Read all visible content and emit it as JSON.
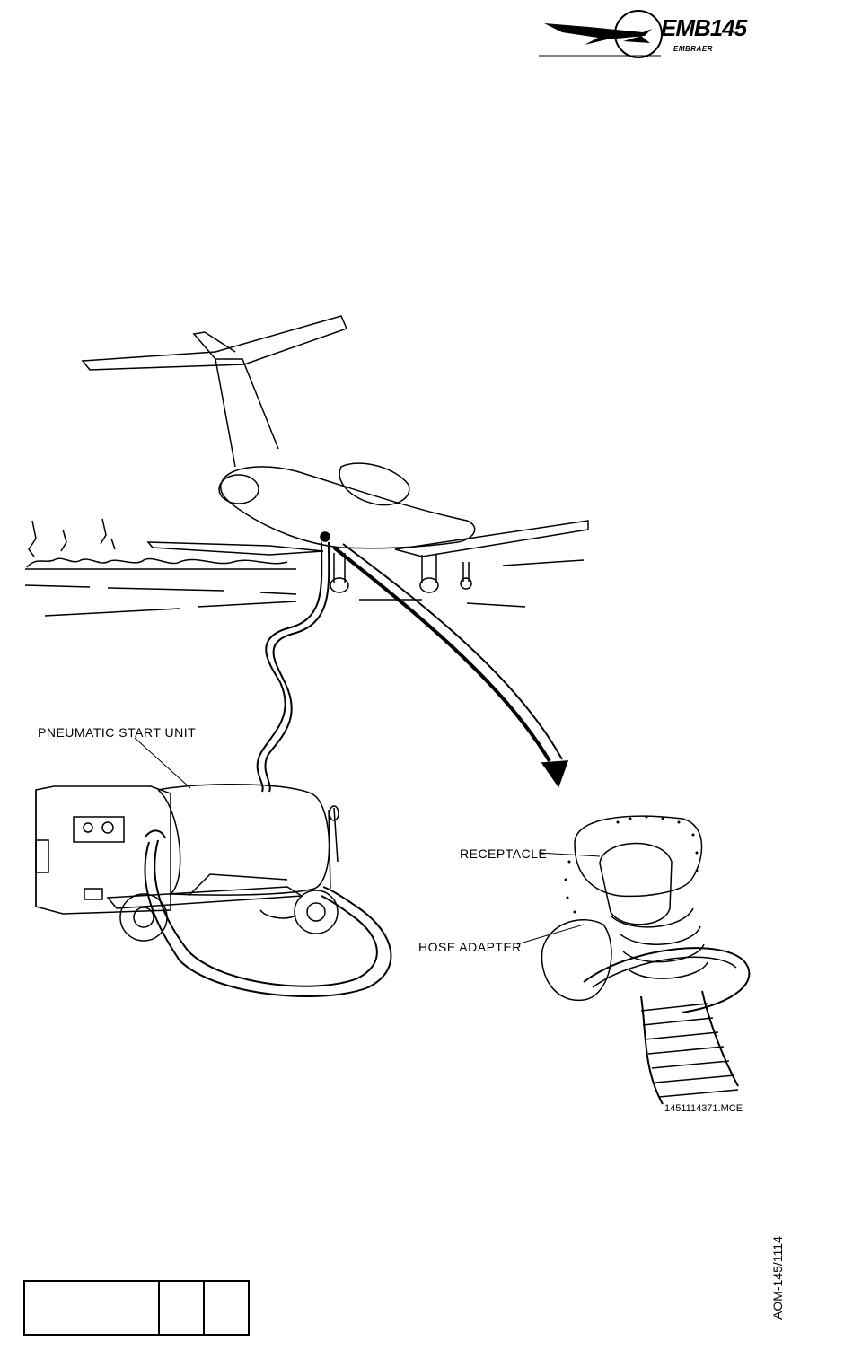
{
  "header": {
    "logo_model": "EMB145",
    "logo_brand": "EMBRAER"
  },
  "figure": {
    "callouts": {
      "pneumatic_start_unit": "PNEUMATIC START UNIT",
      "receptacle": "RECEPTACLE",
      "hose_adapter": "HOSE ADAPTER"
    },
    "figure_id": "1451114371.MCE"
  },
  "footer": {
    "document_number": "AOM-145/1114",
    "revision_cells": [
      "",
      "",
      ""
    ]
  }
}
